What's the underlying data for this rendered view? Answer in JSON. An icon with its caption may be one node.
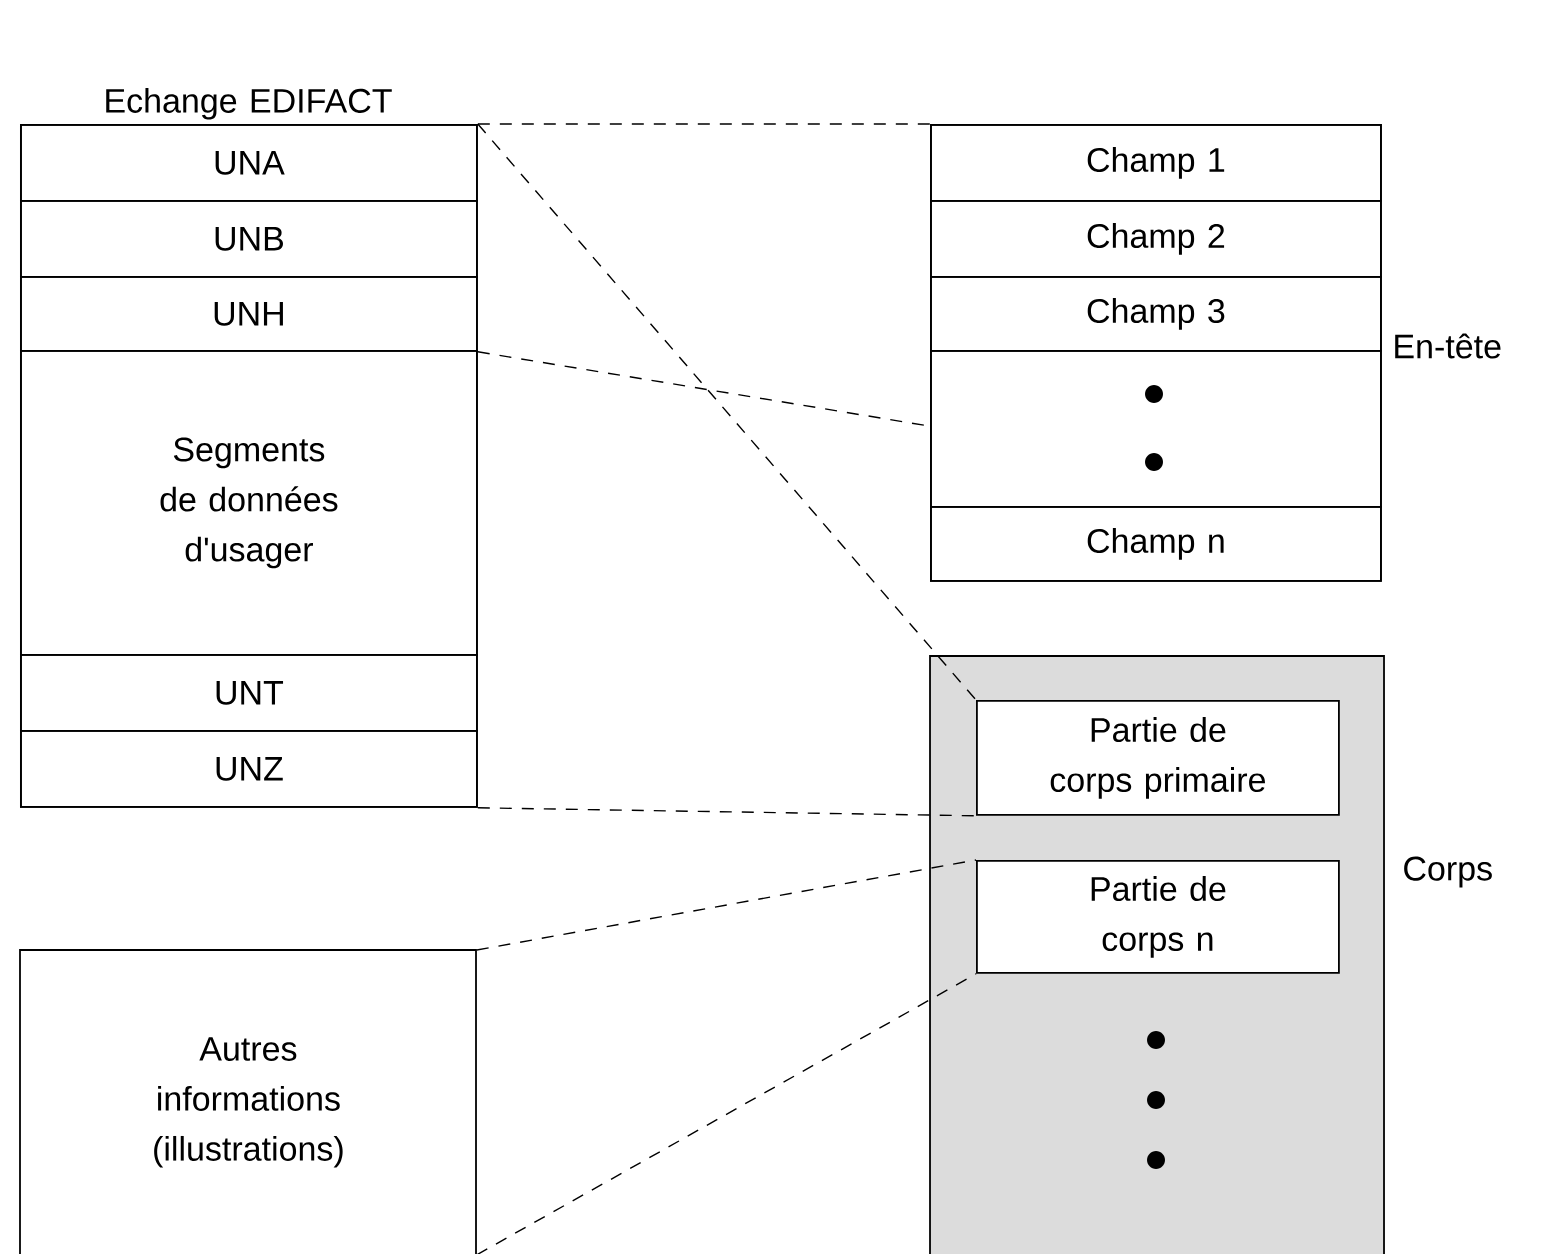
{
  "diagram": {
    "nodes": [
      {
        "text": [
          "Echange EDIFACT"
        ]
      },
      {
        "text": [
          "UNA"
        ],
        "in": 0
      },
      {
        "text": [
          "UNB"
        ],
        "in": 0
      },
      {
        "text": [
          "UNH"
        ],
        "in": 0
      },
      {
        "text": [
          "Segments de données d'usager"
        ],
        "in": 0
      },
      {
        "text": [
          "UNT"
        ],
        "in": 0
      },
      {
        "text": [
          "UNZ"
        ],
        "in": 0
      },
      {
        "text": [],
        "shape": "box",
        "beside": [
          "En-tête"
        ]
      },
      {
        "text": [
          "Champ 1"
        ],
        "in": 7
      },
      {
        "text": [
          "Champ 2"
        ],
        "in": 7
      },
      {
        "text": [
          "Champ 3"
        ],
        "in": 7
      },
      {
        "text": [],
        "shape": "box",
        "in": 7
      },
      {
        "text": [
          "Champ n"
        ],
        "in": 7
      },
      {
        "text": [],
        "shape": "box",
        "beside": [
          "Corps"
        ]
      },
      {
        "text": [
          "Partie de corps primaire"
        ],
        "in": 13
      },
      {
        "text": [
          "Partie de corps n"
        ],
        "in": 13
      },
      {
        "text": [
          "Autres informations (illustrations)"
        ]
      }
    ],
    "edges": [
      {
        "from": 1,
        "to": 7,
        "arrow": "none",
        "style": "dashed"
      },
      {
        "from": 1,
        "to": 14,
        "arrow": "none",
        "style": "dashed"
      },
      {
        "from": 3,
        "to": 7,
        "arrow": "none",
        "style": "dashed"
      },
      {
        "from": 6,
        "to": 14,
        "arrow": "none",
        "style": "dashed"
      },
      {
        "from": 16,
        "to": 15,
        "arrow": "none",
        "style": "dashed"
      },
      {
        "from": 16,
        "to": 15,
        "arrow": "none",
        "style": "dashed"
      }
    ]
  }
}
